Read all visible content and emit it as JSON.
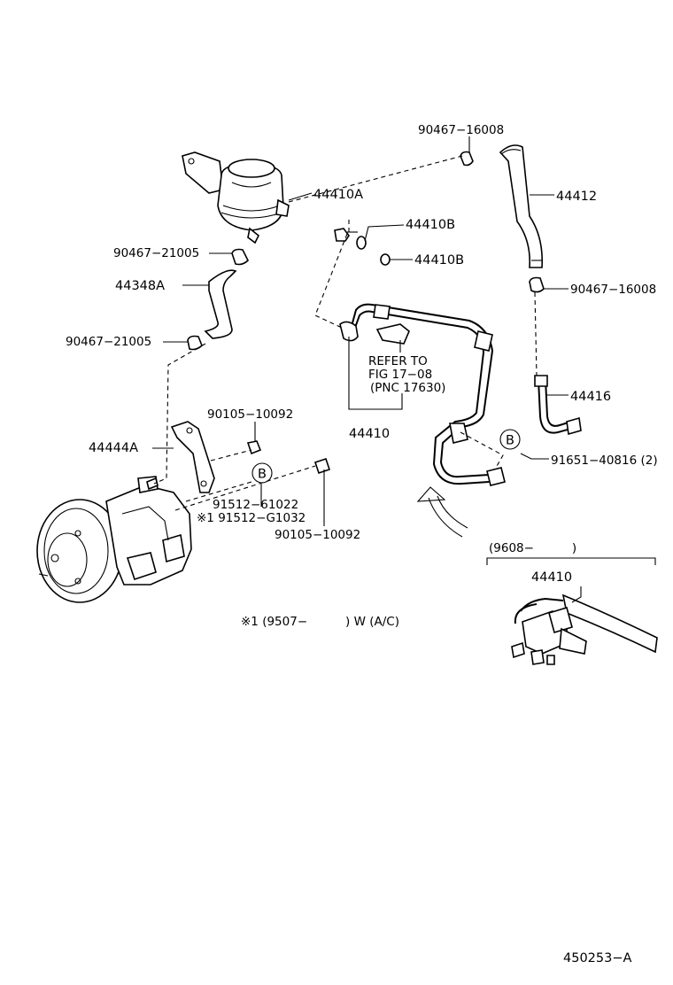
{
  "labels": {
    "p1": "90467−16008",
    "p2": "44412",
    "p3": "44410A",
    "p4": "44410B",
    "p5": "44410B",
    "p6": "90467−21005",
    "p7": "44348A",
    "p8": "90467−21005",
    "p9": "90467−16008",
    "p10": "44416",
    "p11": "90105−10092",
    "p12": "44444A",
    "p13": "44410",
    "p14": "91651−40816 (2)",
    "p15": "91512−61022",
    "p16": "※1 91512−G1032",
    "p17": "90105−10092",
    "p18": "44410",
    "refer1": "REFER TO",
    "refer2": "FIG 17−08",
    "refer3": "(PNC 17630)",
    "marker_b": "B",
    "variant_note": "※1 (9507−          ) W (A/C)",
    "inset_period": "(9608−          )",
    "figure_id": "450253−A"
  }
}
